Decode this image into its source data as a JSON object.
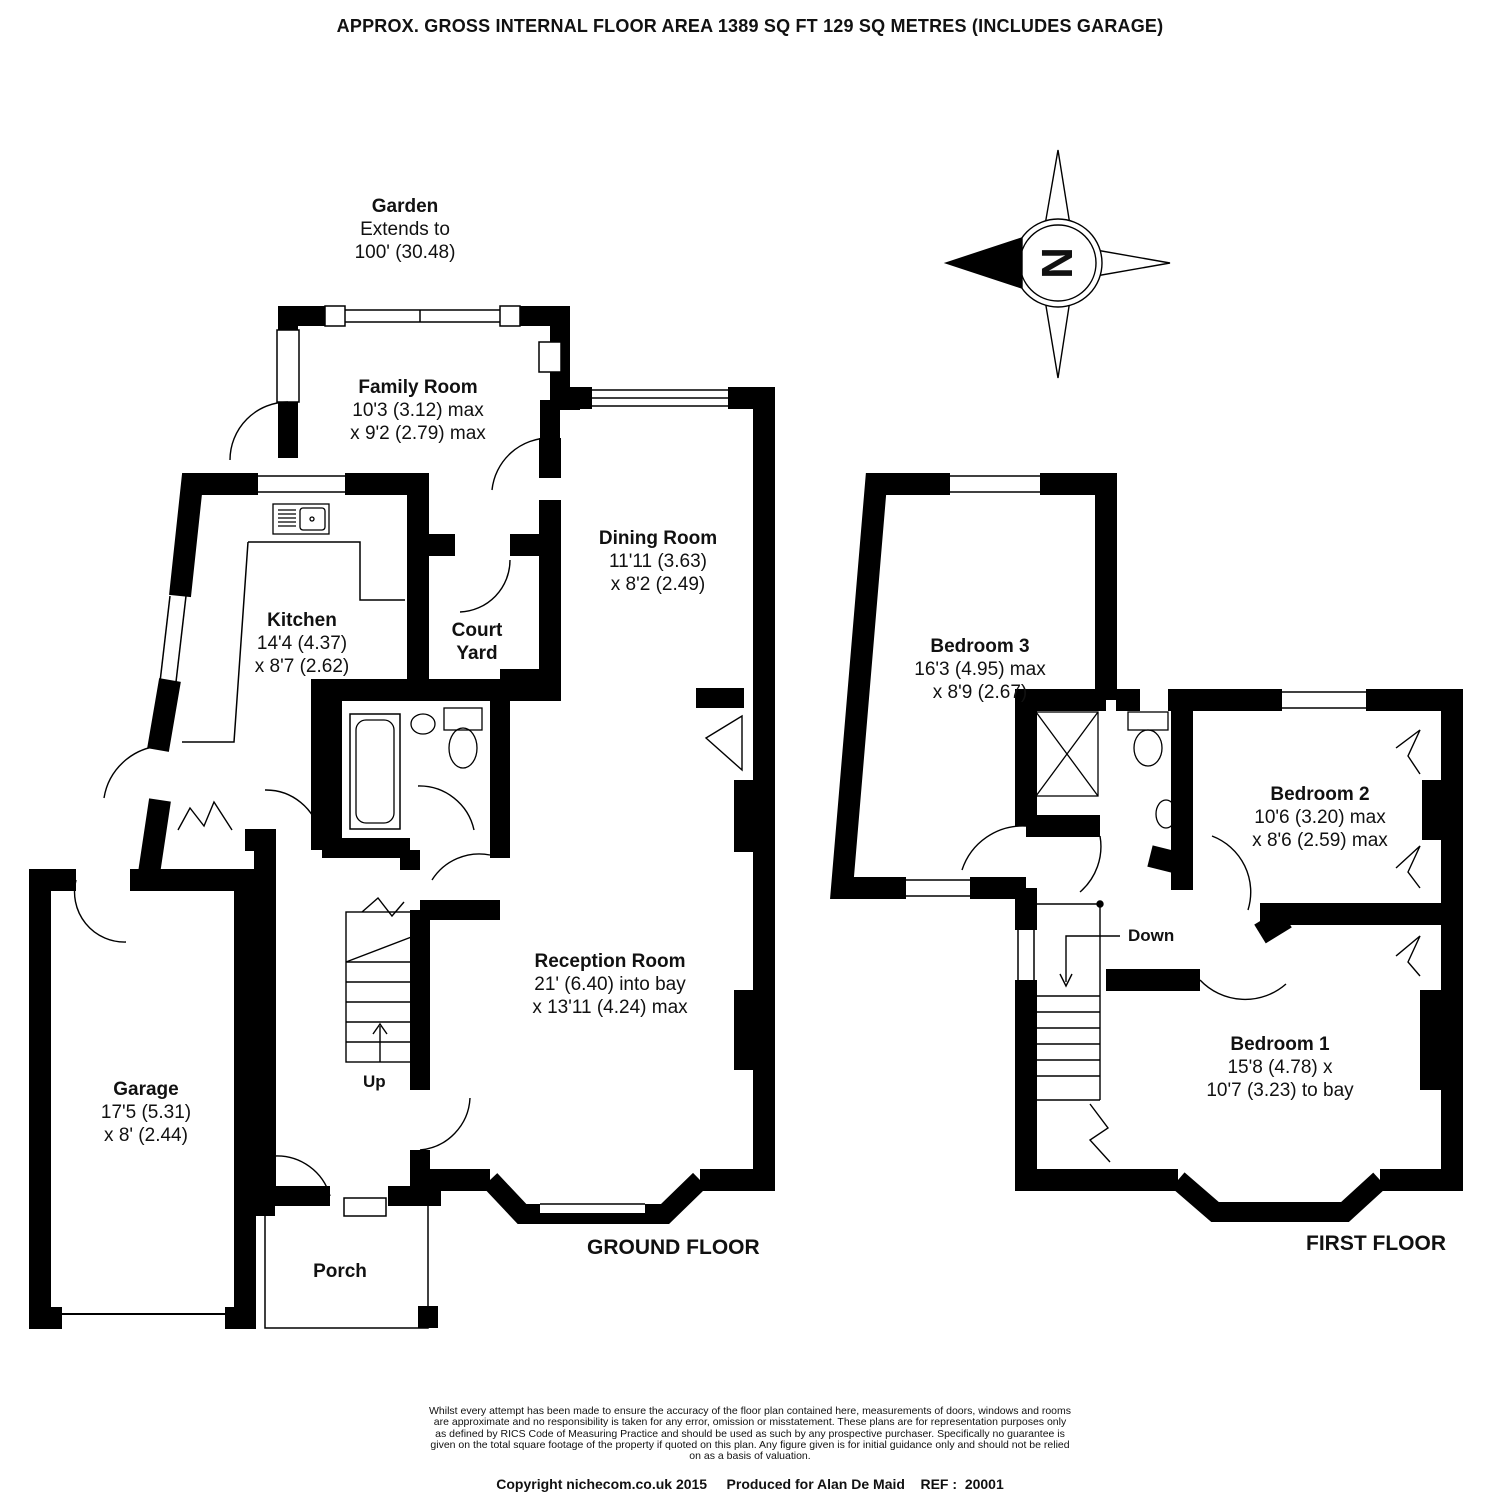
{
  "header": "APPROX. GROSS INTERNAL FLOOR AREA 1389 SQ FT 129 SQ METRES (INCLUDES GARAGE)",
  "floors": {
    "ground": "GROUND FLOOR",
    "first": "FIRST FLOOR"
  },
  "garden": {
    "title": "Garden",
    "line1": "Extends to",
    "line2": "100' (30.48)"
  },
  "rooms": {
    "family_room": {
      "name": "Family Room",
      "dim1": "10'3 (3.12) max",
      "dim2": "x 9'2 (2.79) max"
    },
    "dining_room": {
      "name": "Dining Room",
      "dim1": "11'11 (3.63)",
      "dim2": "x 8'2 (2.49)"
    },
    "kitchen": {
      "name": "Kitchen",
      "dim1": "14'4 (4.37)",
      "dim2": "x 8'7 (2.62)"
    },
    "court_yard": {
      "name1": "Court",
      "name2": "Yard"
    },
    "reception_room": {
      "name": "Reception Room",
      "dim1": "21' (6.40) into bay",
      "dim2": "x 13'11 (4.24) max"
    },
    "garage": {
      "name": "Garage",
      "dim1": "17'5 (5.31)",
      "dim2": "x 8' (2.44)"
    },
    "porch": {
      "name": "Porch"
    },
    "bedroom_3": {
      "name": "Bedroom 3",
      "dim1": "16'3 (4.95) max",
      "dim2": "x 8'9 (2.67)"
    },
    "bedroom_2": {
      "name": "Bedroom 2",
      "dim1": "10'6 (3.20) max",
      "dim2": "x 8'6 (2.59) max"
    },
    "bedroom_1": {
      "name": "Bedroom 1",
      "dim1": "15'8 (4.78) x",
      "dim2": "10'7 (3.23) to bay"
    }
  },
  "stairs": {
    "up": "Up",
    "down": "Down"
  },
  "compass": {
    "letter": "N"
  },
  "disclaimer": [
    "Whilst every attempt has been made to ensure the accuracy of the floor plan contained here, measurements of doors, windows and rooms",
    "are approximate and no responsibility is taken for any error, omission or misstatement. These plans are for representation purposes only",
    "as defined by RICS Code of Measuring Practice and should be used as such by any prospective purchaser.  Specifically no guarantee is",
    "given on the total square footage of the property if quoted on this plan. Any figure given is for initial guidance only and should not be relied",
    "on as a basis of valuation."
  ],
  "copyright": "Copyright nichecom.co.uk 2015     Produced for Alan De Maid    REF :  20001",
  "colors": {
    "wall": "#000000",
    "background": "#ffffff",
    "line": "#333333"
  }
}
